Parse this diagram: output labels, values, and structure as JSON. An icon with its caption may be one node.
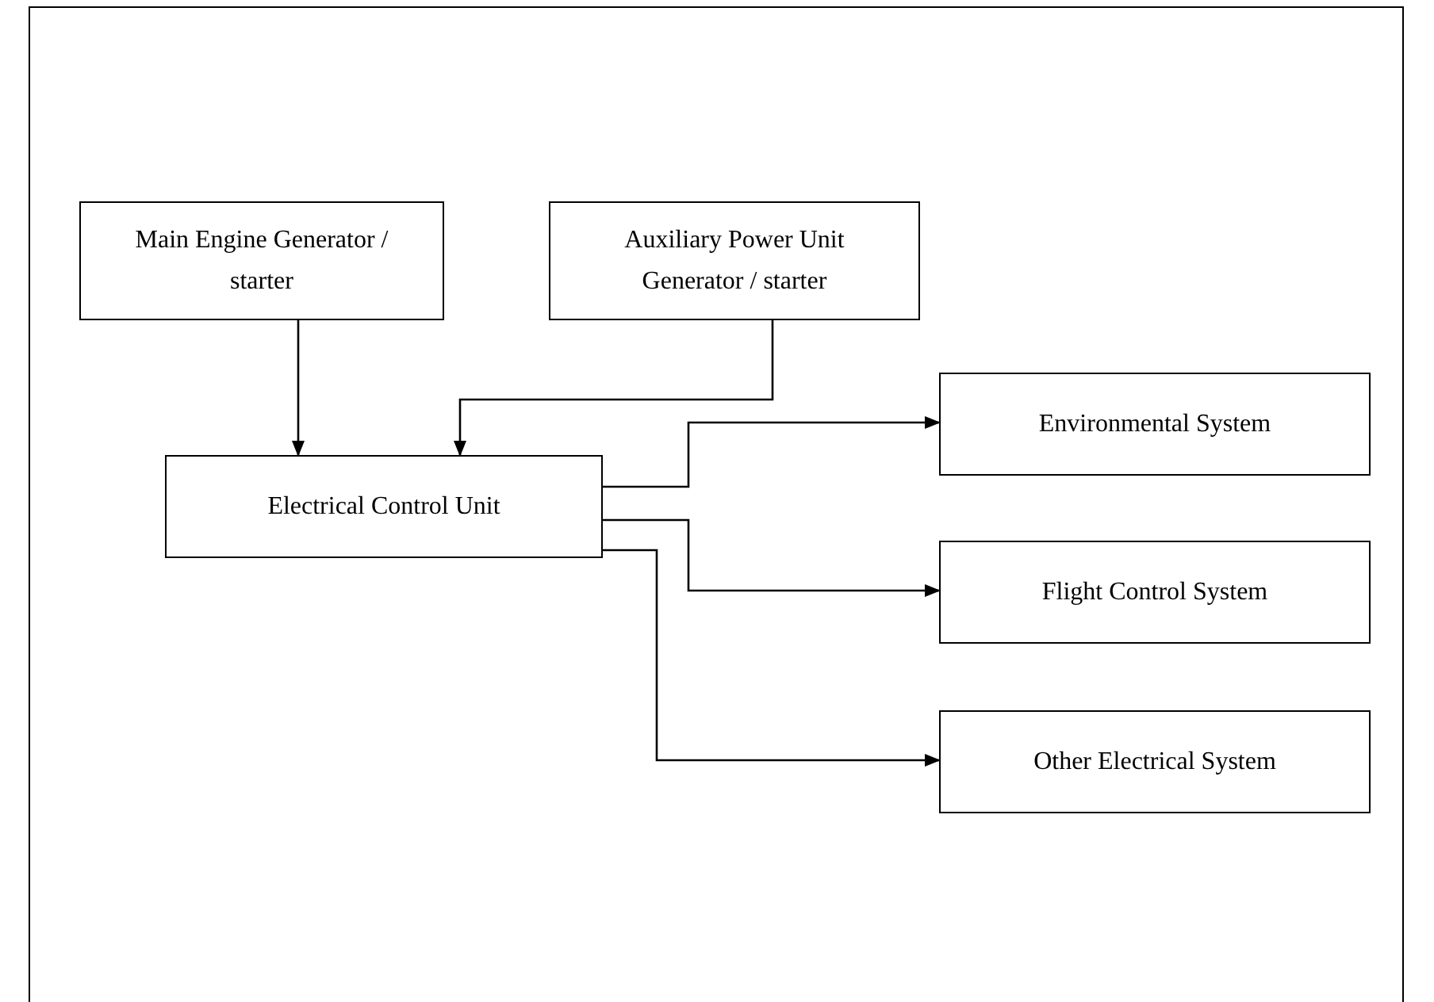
{
  "diagram": {
    "nodes": [
      {
        "text": [
          "Main Engine Generator / starter"
        ]
      },
      {
        "text": [
          "Auxiliary Power Unit Generator / starter"
        ]
      },
      {
        "text": [
          "Electrical Control Unit"
        ]
      },
      {
        "text": [
          "Environmental System"
        ]
      },
      {
        "text": [
          "Flight Control System"
        ]
      },
      {
        "text": [
          "Other Electrical System"
        ]
      }
    ],
    "edges": [
      {
        "from": 0,
        "to": 2,
        "arrow": "to"
      },
      {
        "from": 1,
        "to": 2,
        "arrow": "to"
      },
      {
        "from": 2,
        "to": 3,
        "arrow": "to"
      },
      {
        "from": 2,
        "to": 4,
        "arrow": "to"
      },
      {
        "from": 2,
        "to": 5,
        "arrow": "to"
      }
    ]
  }
}
